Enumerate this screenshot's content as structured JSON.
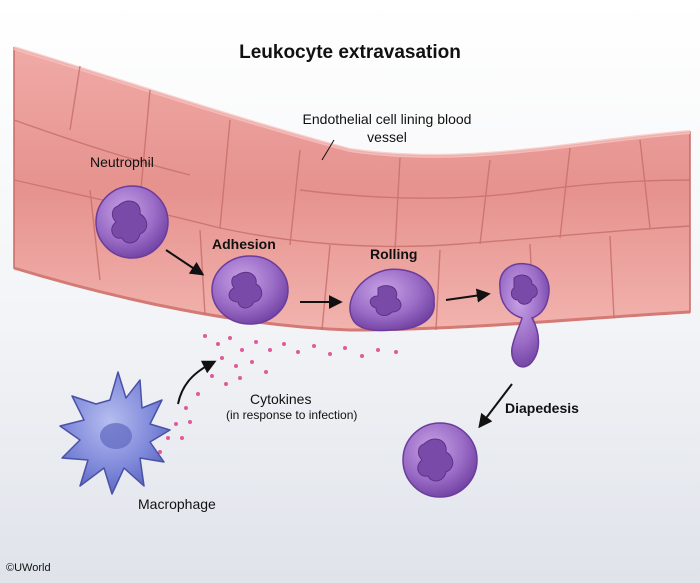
{
  "title": "Leukocyte extravasation",
  "labels": {
    "endothelial": "Endothelial cell lining blood vessel",
    "neutrophil": "Neutrophil",
    "adhesion": "Adhesion",
    "rolling": "Rolling",
    "cytokines": "Cytokines",
    "cytokines_note": "(in response to infection)",
    "diapedesis": "Diapedesis",
    "macrophage": "Macrophage"
  },
  "copyright": "©UWorld",
  "colors": {
    "vessel": "#e99b97",
    "vessel_border": "#c86a66",
    "cell": "#9868c4",
    "nucleus": "#7a4aa8",
    "macrophage": "#8088d8",
    "cytokine": "#e05a9a",
    "background_top": "#ffffff",
    "background_bottom": "#dfe3ea"
  }
}
